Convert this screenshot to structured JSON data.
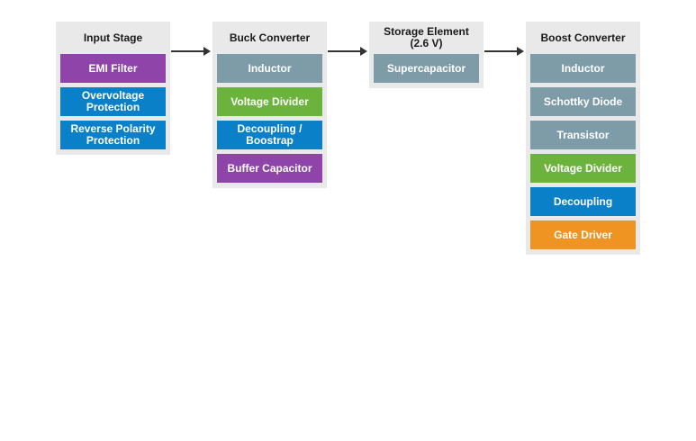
{
  "colors": {
    "purple": "#8e44a8",
    "blue": "#0a80c8",
    "gray": "#7e9ba8",
    "green": "#6cb33e",
    "orange": "#ef9322",
    "panel": "#e9e9e9"
  },
  "stages": {
    "input": {
      "title": "Input Stage",
      "blocks": [
        "EMI Filter",
        "Overvoltage\nProtection",
        "Reverse Polarity\nProtection"
      ]
    },
    "buck": {
      "title": "Buck Converter",
      "blocks": [
        "Inductor",
        "Voltage Divider",
        "Decoupling /\nBoostrap",
        "Buffer Capacitor"
      ]
    },
    "storage": {
      "title_line1": "Storage Element",
      "title_line2": "(2.6 V)",
      "blocks": [
        "Supercapacitor"
      ]
    },
    "boost": {
      "title": "Boost Converter",
      "blocks": [
        "Inductor",
        "Schottky Diode",
        "Transistor",
        "Voltage Divider",
        "Decoupling",
        "Gate Driver"
      ]
    }
  }
}
